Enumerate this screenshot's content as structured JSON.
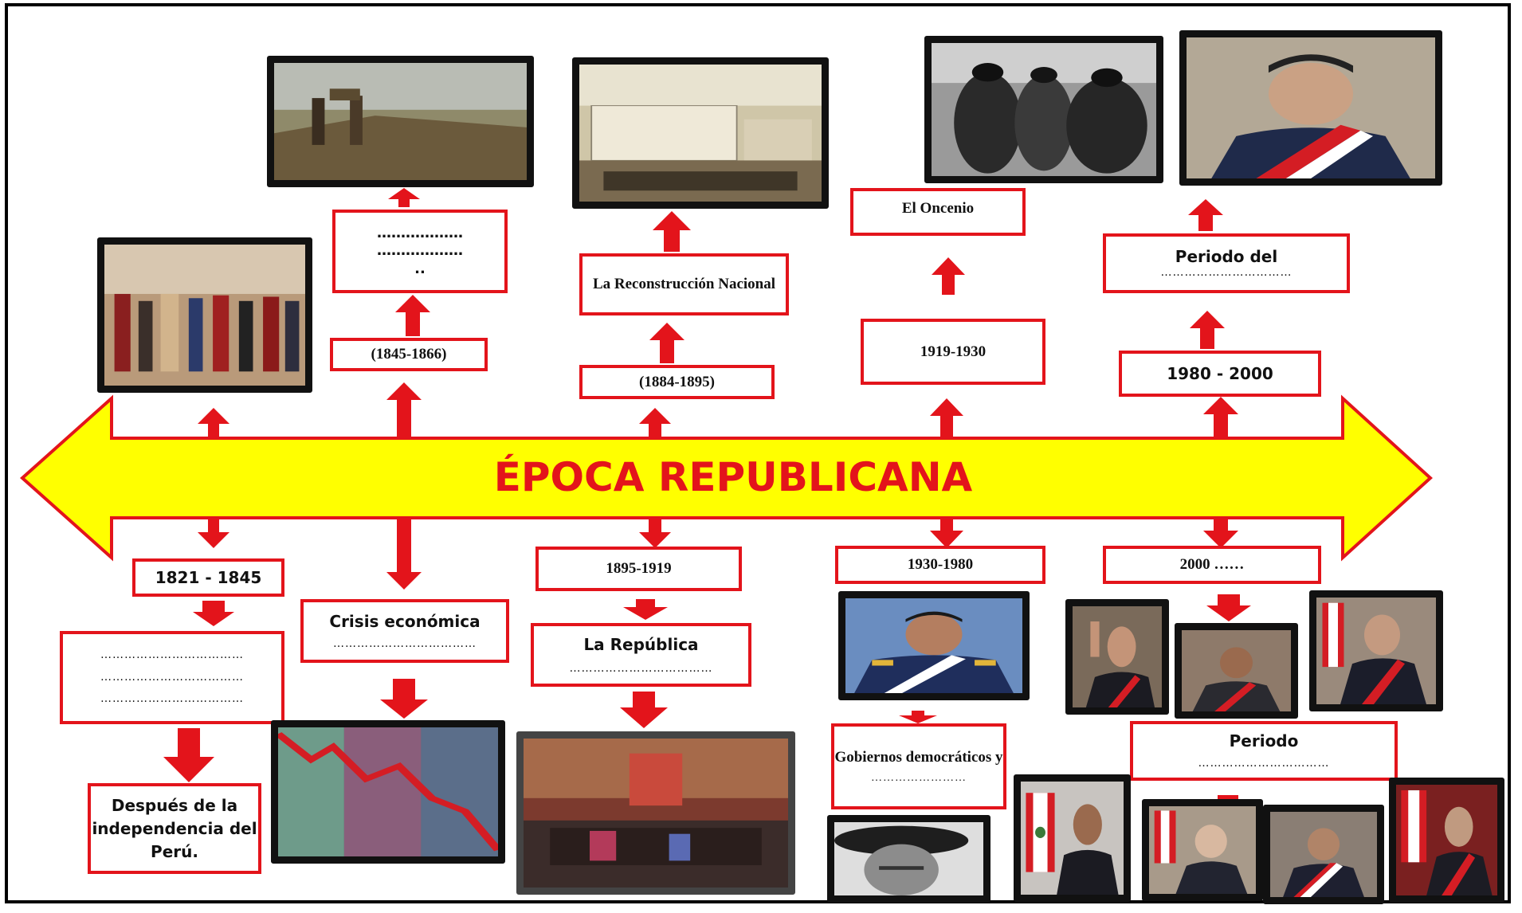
{
  "banner": {
    "title": "ÉPOCA REPUBLICANA",
    "fill": "#ffff00",
    "stroke": "#e3141b"
  },
  "colors": {
    "arrow": "#e3141b",
    "box_border": "#e3141b"
  },
  "top": {
    "col1": {},
    "col2": {
      "dates": "(1845-1866)",
      "lines": [
        "………………",
        "………………",
        ".."
      ]
    },
    "col3": {
      "dates": "(1884-1895)",
      "title": "La Reconstrucción Nacional"
    },
    "col4": {
      "dates": "1919-1930",
      "title": "El Oncenio"
    },
    "col5": {
      "dates": "1980 - 2000",
      "title": "Periodo del",
      "blank": "……………………………"
    }
  },
  "bottom": {
    "col1": {
      "dates": "1821 - 1845",
      "lines": [
        "………………………………",
        "………………………………",
        "………………………………"
      ],
      "description": "Después de la independencia del Perú."
    },
    "col2": {
      "title": "Crisis económica",
      "blank": "………………………………"
    },
    "col3": {
      "dates": "1895-1919",
      "title": "La República",
      "blank": "………………………………"
    },
    "col4": {
      "dates": "1930-1980",
      "title": "Gobiernos democráticos y",
      "blank": "……………………"
    },
    "col5": {
      "dates": "2000 ……",
      "title": "Periodo",
      "blank": "……………………………"
    }
  }
}
